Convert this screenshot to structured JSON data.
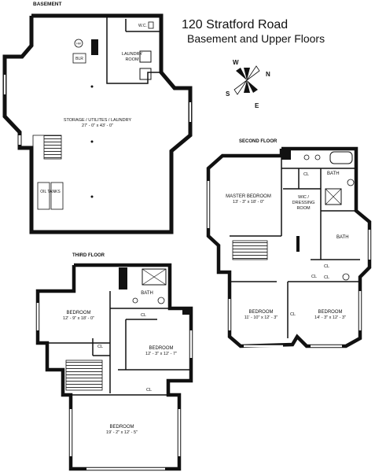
{
  "title": {
    "address": "120 Stratford Road",
    "subtitle": "Basement and Upper Floors"
  },
  "compass": {
    "w": "W",
    "n": "N",
    "s": "S",
    "e": "E"
  },
  "basement": {
    "heading": "BASEMENT",
    "storage": "STORAGE / UTILITES / LAUNDRY",
    "storage_dims": "27' - 0\" x 43' - 0\"",
    "laundry_line1": "LAUNDRY",
    "laundry_line2": "ROOM",
    "wc": "W.C.",
    "hw": "HW",
    "blr": "BLR",
    "oil_tanks": "OIL TANKS"
  },
  "second_floor": {
    "heading": "SECOND FLOOR",
    "master": "MASTER BEDROOM",
    "master_dims": "13' - 3\" x 18' - 0\"",
    "wic_line1": "WIC /",
    "wic_line2": "DRESSING",
    "wic_line3": "ROOM",
    "cl_top": "CL",
    "bath_top": "BATH",
    "bath_mid": "BATH",
    "cl_a": "CL",
    "cl_b": "CL",
    "cl_c": "CL",
    "cl_d": "CL",
    "bed_left": "BEDROOM",
    "bed_left_dims": "11' - 10\" x 12' - 3\"",
    "bed_right": "BEDROOM",
    "bed_right_dims": "14' - 3\" x 12' - 3\""
  },
  "third_floor": {
    "heading": "THIRD FLOOR",
    "bath": "BATH",
    "bed_a": "BEDROOM",
    "bed_a_dims": "12' - 9\" x 18' - 0\"",
    "bed_b": "BEDROOM",
    "bed_b_dims": "12' - 3\" x 12' - 7\"",
    "bed_c": "BEDROOM",
    "bed_c_dims": "19' - 2\" x 12' - 5\"",
    "cl_a": "CL",
    "cl_b": "CL",
    "cl_c": "CL"
  }
}
